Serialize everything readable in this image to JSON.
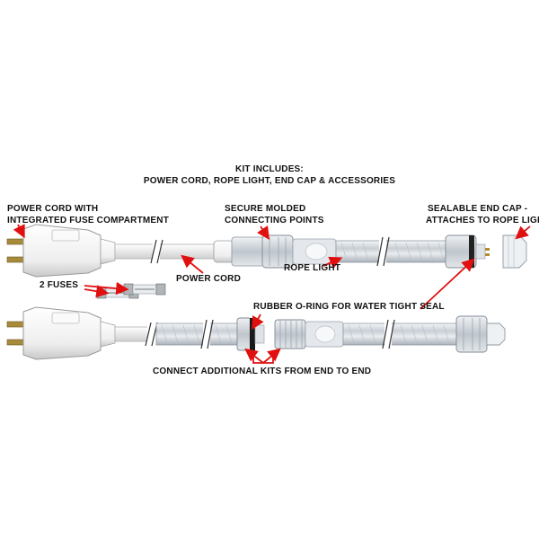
{
  "header": {
    "line1": "KIT INCLUDES:",
    "line2": "POWER CORD, ROPE LIGHT,  END CAP & ACCESSORIES"
  },
  "labels": {
    "power_cord_fuse_1": "POWER CORD WITH",
    "power_cord_fuse_2": "INTEGRATED FUSE COMPARTMENT",
    "secure_molded_1": "SECURE MOLDED",
    "secure_molded_2": "CONNECTING POINTS",
    "end_cap_1": "SEALABLE END CAP -",
    "end_cap_2": "ATTACHES TO ROPE LIGHT",
    "power_cord": "POWER CORD",
    "rope_light": "ROPE LIGHT",
    "fuses": "2 FUSES",
    "o_ring": "RUBBER O-RING FOR WATER TIGHT SEAL",
    "connect": "CONNECT ADDITIONAL KITS FROM END TO END"
  },
  "colors": {
    "arrow": "#e01010",
    "text": "#111111",
    "plug": "#f2f2f2",
    "rope": "#d9dee3"
  }
}
